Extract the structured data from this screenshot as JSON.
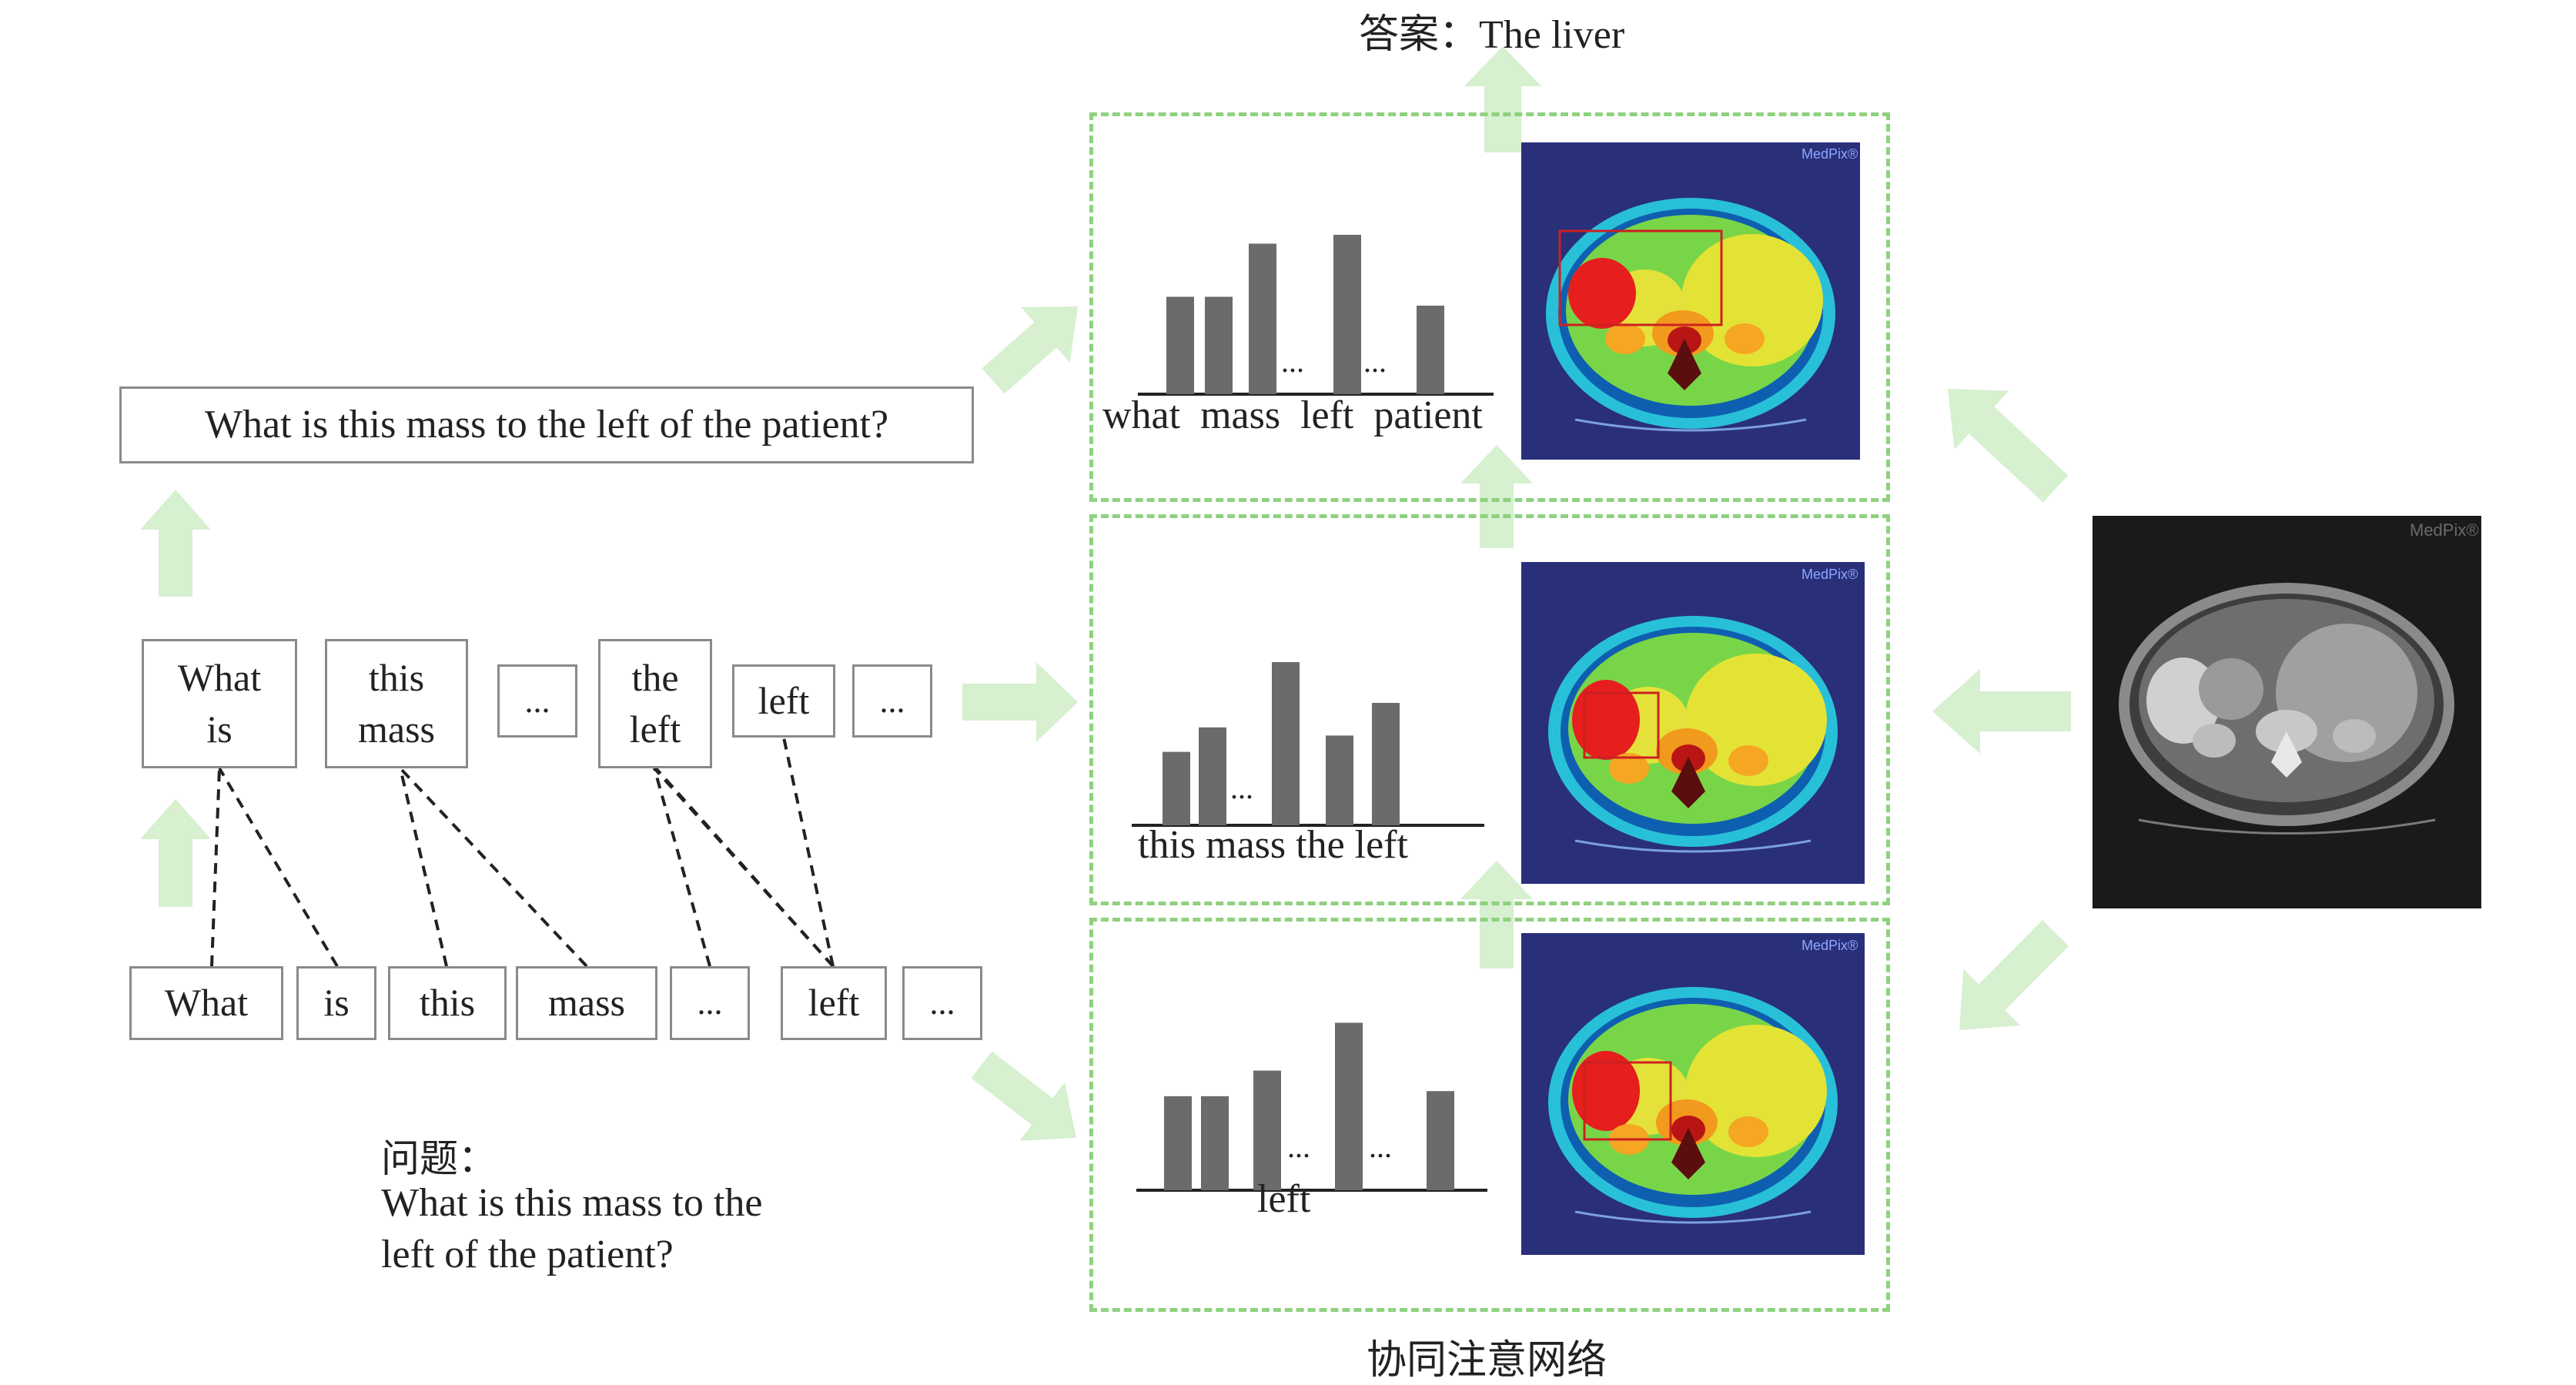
{
  "answer_label": "答案：The liver",
  "question_box": "What is this mass to the left of the patient?",
  "phrase_level": [
    {
      "line1": "What",
      "line2": "is"
    },
    {
      "line1": "this",
      "line2": "mass"
    },
    {
      "line1": "...",
      "line2": ""
    },
    {
      "line1": "the",
      "line2": "left"
    },
    {
      "line1": "left",
      "line2": ""
    },
    {
      "line1": "...",
      "line2": ""
    }
  ],
  "word_level": [
    "What",
    "is",
    "this",
    "mass",
    "...",
    "left",
    "..."
  ],
  "question_caption": {
    "label": "问题：",
    "line1": "What is this mass to the",
    "line2": "left of the patient?"
  },
  "network_caption": "协同注意网络",
  "panels": [
    {
      "axis_text": "what  mass  left  patient",
      "ellipsis": "...",
      "weights": [
        0.55,
        0.55,
        0.85,
        0.9,
        0.5
      ]
    },
    {
      "axis_text": "this mass the left",
      "ellipsis": "...",
      "weights": [
        0.45,
        0.6,
        1.0,
        0.55,
        0.75
      ]
    },
    {
      "axis_text": "left",
      "ellipsis": "...",
      "weights": [
        0.55,
        0.55,
        0.7,
        0.98,
        0.58
      ]
    }
  ],
  "medpix_label": "MedPix®",
  "colors": {
    "arrow": "#d6f0d0",
    "panel_border": "#8fd17f",
    "bar": "#6b6b6b",
    "ct_background": "#2a2f7a"
  }
}
